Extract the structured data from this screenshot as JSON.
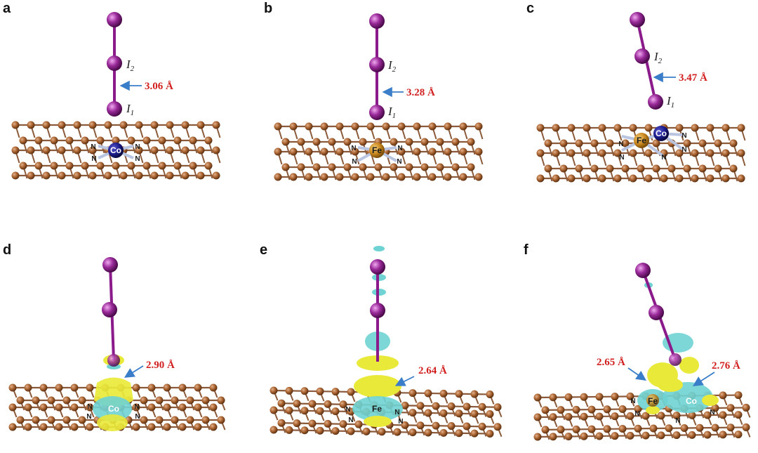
{
  "panels": [
    {
      "id": "a",
      "label": "a",
      "metals": [
        "Co"
      ],
      "i2": "I",
      "i2_sub": "2",
      "i1": "I",
      "i1_sub": "1",
      "distance": "3.06 Å"
    },
    {
      "id": "b",
      "label": "b",
      "metals": [
        "Fe"
      ],
      "i2": "I",
      "i2_sub": "2",
      "i1": "I",
      "i1_sub": "1",
      "distance": "3.28 Å"
    },
    {
      "id": "c",
      "label": "c",
      "metals": [
        "Fe",
        "Co"
      ],
      "i2": "I",
      "i2_sub": "2",
      "i1": "I",
      "i1_sub": "1",
      "distance": "3.47 Å"
    },
    {
      "id": "d",
      "label": "d",
      "metals": [
        "Co"
      ],
      "distance": "2.90 Å"
    },
    {
      "id": "e",
      "label": "e",
      "metals": [
        "Fe"
      ],
      "distance": "2.64 Å"
    },
    {
      "id": "f",
      "label": "f",
      "metals": [
        "Fe",
        "Co"
      ],
      "distance_left": "2.65 Å",
      "distance_right": "2.76 Å"
    }
  ],
  "atom_labels": {
    "nitrogen": "N",
    "cobalt": "Co",
    "iron": "Fe"
  },
  "colors": {
    "carbon": "#9b5a2e",
    "carbon_light": "#c98a58",
    "iodine": "#8b1a8b",
    "iodine_light": "#d27ad2",
    "cobalt": "#1c1c8c",
    "iron": "#c8861c",
    "nitrogen_bond": "#b8c4e0",
    "charge_accumulation": "#e9e93a",
    "charge_depletion": "#6fd3d3",
    "distance_text": "#d21f1f",
    "arrow": "#3a7dc9"
  }
}
